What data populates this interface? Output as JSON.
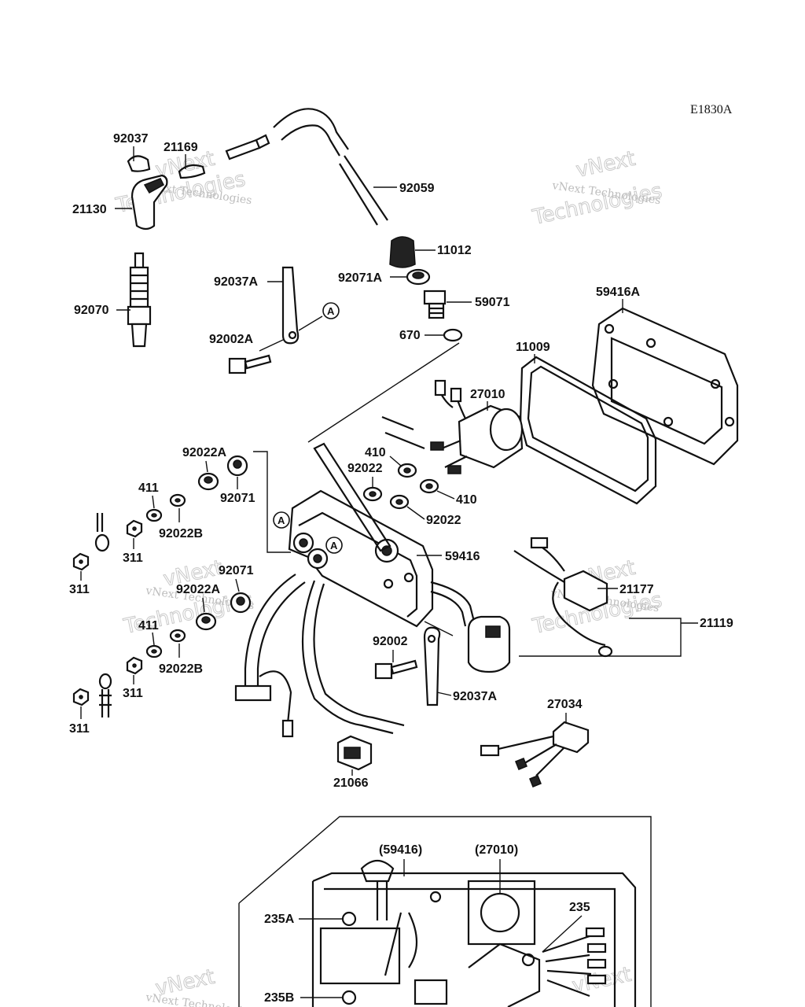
{
  "diagram_code": "E1830A",
  "watermark": {
    "line1": "vNext",
    "line2": "Technologies",
    "small": "vNext Technologies"
  },
  "reference_marker": "A",
  "parts": {
    "p92037": "92037",
    "p21169": "21169",
    "p21130": "21130",
    "p92059": "92059",
    "p92070": "92070",
    "p11012": "11012",
    "p92071A": "92071A",
    "p59071": "59071",
    "p92037A_top": "92037A",
    "p92002A": "92002A",
    "p670": "670",
    "p59416A": "59416A",
    "p11009": "11009",
    "p27010": "27010",
    "p410_top": "410",
    "p92022_top": "92022",
    "p410_bot": "410",
    "p92022_bot": "92022",
    "p92022A_top": "92022A",
    "p92071_top": "92071",
    "p411_top": "411",
    "p92022B_top": "92022B",
    "p311_a": "311",
    "p311_b": "311",
    "p59416": "59416",
    "p92071_mid": "92071",
    "p92022A_mid": "92022A",
    "p21177": "21177",
    "p21119": "21119",
    "p411_mid": "411",
    "p92022B_mid": "92022B",
    "p92002": "92002",
    "p311_c": "311",
    "p311_d": "311",
    "p92037A_bot": "92037A",
    "p27034": "27034",
    "p21066": "21066",
    "p59416_ref": "(59416)",
    "p27010_ref": "(27010)",
    "p235A": "235A",
    "p235": "235",
    "p235B": "235B"
  }
}
